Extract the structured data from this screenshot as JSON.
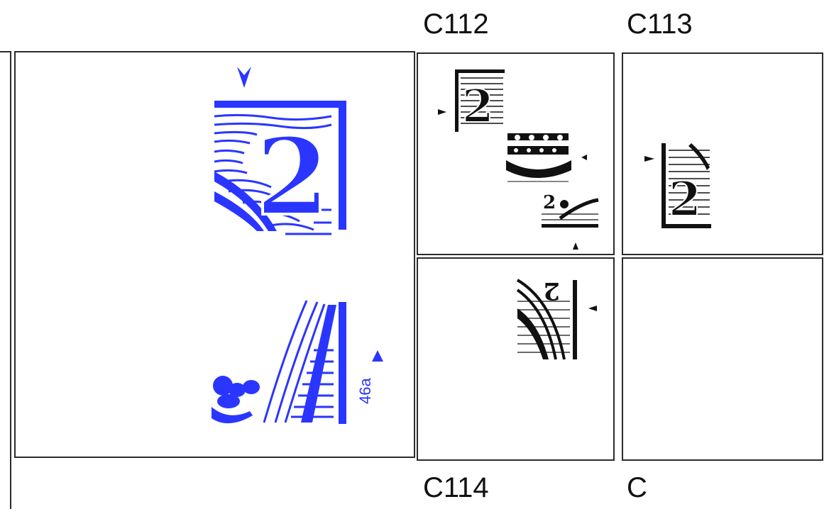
{
  "labels": {
    "top_left": "C112",
    "top_right": "C113",
    "bottom_left": "C114",
    "bottom_right": "C"
  },
  "main_panel": {
    "plate_mark": "46a",
    "numeral": "2"
  },
  "colors": {
    "accent_blue": "#2a36ff",
    "ink_black": "#111111",
    "border": "#2b2b2b"
  },
  "icons": {
    "top_marker": "arrow-down-icon",
    "plate_arrow": "arrow-up-icon",
    "side_marker": "arrow-right-icon"
  }
}
